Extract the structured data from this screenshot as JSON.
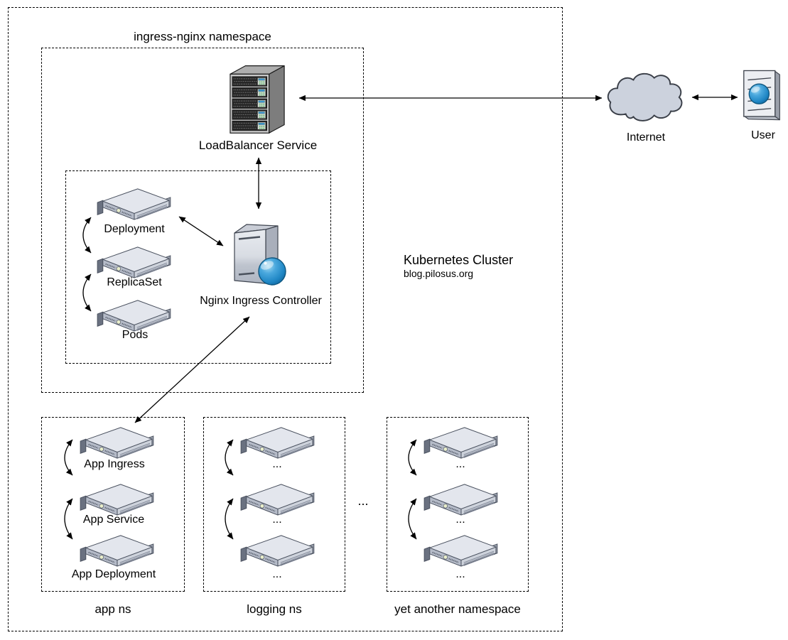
{
  "diagram": {
    "cluster": {
      "title": "Kubernetes Cluster",
      "subtitle": "blog.pilosus.org"
    },
    "ingress_namespace": {
      "label": "ingress-nginx namespace",
      "load_balancer_label": "LoadBalancer Service",
      "deployment_label": "Deployment",
      "replicaset_label": "ReplicaSet",
      "pods_label": "Pods",
      "controller_label": "Nginx Ingress Controller"
    },
    "namespaces": [
      {
        "label": "app ns",
        "items": [
          "App Ingress",
          "App Service",
          "App Deployment"
        ]
      },
      {
        "label": "logging ns",
        "items": [
          "...",
          "...",
          "..."
        ]
      },
      {
        "label": "yet another namespace",
        "items": [
          "...",
          "...",
          "..."
        ]
      }
    ],
    "ellipsis": "...",
    "external": {
      "internet_label": "Internet",
      "user_label": "User"
    },
    "colors": {
      "globe_blue": "#2e96d5",
      "cloud_fill": "#ccd2dd",
      "icon_outline": "#49505e",
      "arrow_black": "#000000"
    }
  }
}
